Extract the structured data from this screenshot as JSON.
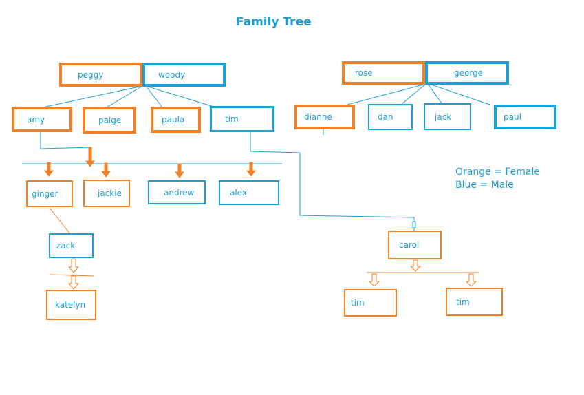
{
  "title": "Family Tree",
  "colors": {
    "female": "#f0812b",
    "male": "#1d9fd8",
    "text": "#1e9fd6"
  },
  "nodes": {
    "peggy": {
      "label": "peggy",
      "sex": "female"
    },
    "woody": {
      "label": "woody",
      "sex": "male"
    },
    "rose": {
      "label": "rose",
      "sex": "female"
    },
    "george": {
      "label": "george",
      "sex": "male"
    },
    "amy": {
      "label": "amy",
      "sex": "female"
    },
    "paige": {
      "label": "paige",
      "sex": "female"
    },
    "paula": {
      "label": "paula",
      "sex": "female"
    },
    "tim_son": {
      "label": "tim",
      "sex": "male"
    },
    "dianne": {
      "label": "dianne",
      "sex": "female"
    },
    "dan": {
      "label": "dan",
      "sex": "male"
    },
    "jack": {
      "label": "jack",
      "sex": "male"
    },
    "paul": {
      "label": "paul",
      "sex": "male"
    },
    "ginger": {
      "label": "ginger",
      "sex": "female"
    },
    "jackie": {
      "label": "jackie",
      "sex": "female"
    },
    "andrew": {
      "label": "andrew",
      "sex": "male"
    },
    "alex": {
      "label": "alex",
      "sex": "male"
    },
    "zack": {
      "label": "zack",
      "sex": "male"
    },
    "katelyn": {
      "label": "katelyn",
      "sex": "female"
    },
    "carol": {
      "label": "carol",
      "sex": "female"
    },
    "tim_left": {
      "label": "tim",
      "sex": "female"
    },
    "tim_right": {
      "label": "tim",
      "sex": "female"
    }
  },
  "legend": {
    "female": "Orange = Female",
    "male": "Blue = Male"
  }
}
